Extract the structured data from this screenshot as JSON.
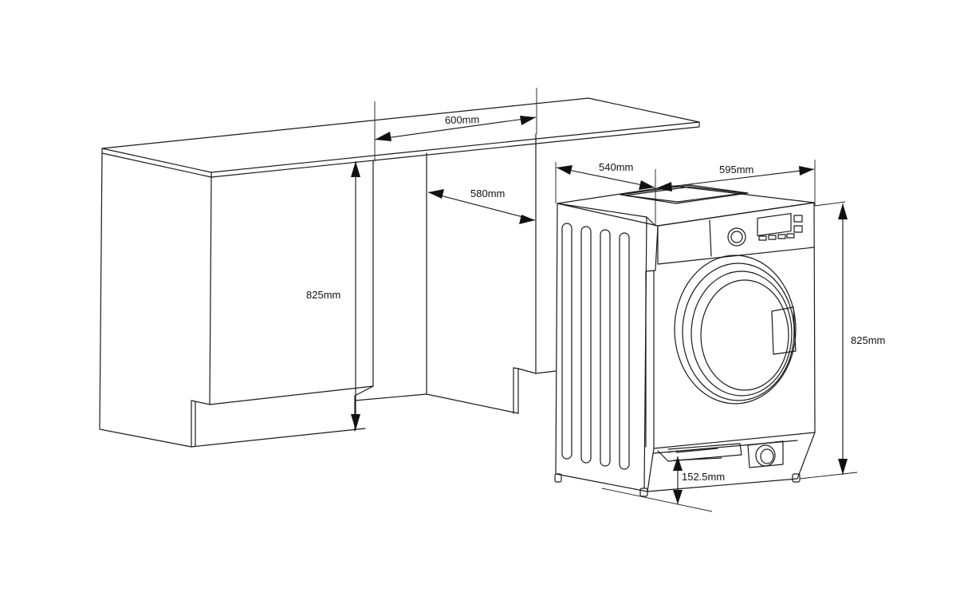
{
  "diagram": {
    "type": "installation-dimensions",
    "labels": {
      "cabinet_width": "600mm",
      "cabinet_depth": "580mm",
      "cabinet_height": "825mm",
      "machine_depth": "540mm",
      "machine_width": "595mm",
      "machine_height": "825mm",
      "plinth_height": "152.5mm"
    }
  }
}
